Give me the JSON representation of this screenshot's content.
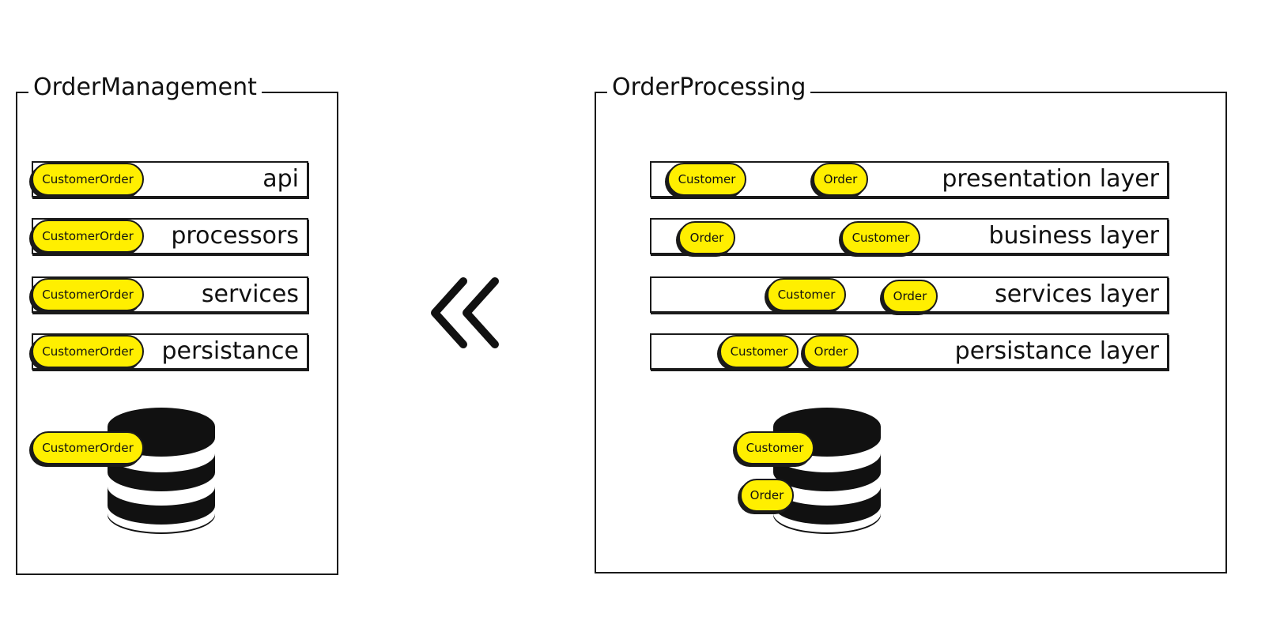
{
  "left_panel": {
    "title": "OrderManagement",
    "layers": [
      {
        "label": "api",
        "pill": "CustomerOrder"
      },
      {
        "label": "processors",
        "pill": "CustomerOrder"
      },
      {
        "label": "services",
        "pill": "CustomerOrder"
      },
      {
        "label": "persistance",
        "pill": "CustomerOrder"
      }
    ],
    "database_pill": "CustomerOrder"
  },
  "arrow": {
    "icon": "double-chevron-left-icon"
  },
  "right_panel": {
    "title": "OrderProcessing",
    "layers": [
      {
        "label": "presentation layer",
        "pills": [
          "Customer",
          "Order"
        ]
      },
      {
        "label": "business layer",
        "pills": [
          "Order",
          "Customer"
        ]
      },
      {
        "label": "services layer",
        "pills": [
          "Customer",
          "Order"
        ]
      },
      {
        "label": "persistance layer",
        "pills": [
          "Customer",
          "Order"
        ]
      }
    ],
    "database_pills": [
      "Customer",
      "Order"
    ]
  },
  "colors": {
    "highlight": "#ffef00",
    "ink": "#1a1a1a"
  }
}
